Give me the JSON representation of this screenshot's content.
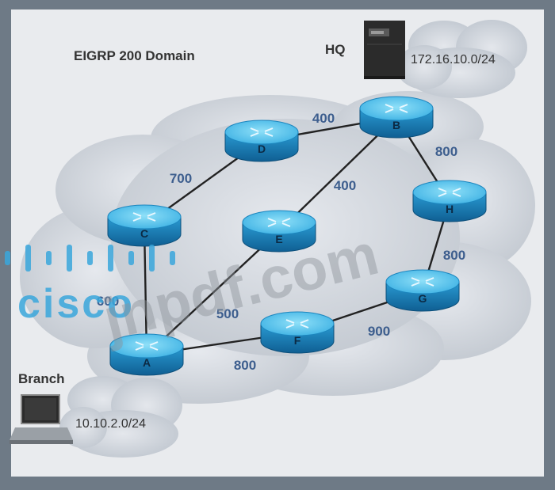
{
  "title": "EIGRP 200 Domain",
  "hq": {
    "label": "HQ",
    "network": "172.16.10.0/24"
  },
  "branch": {
    "label": "Branch",
    "network": "10.10.2.0/24"
  },
  "routers": [
    {
      "id": "A",
      "label": "A"
    },
    {
      "id": "B",
      "label": "B"
    },
    {
      "id": "C",
      "label": "C"
    },
    {
      "id": "D",
      "label": "D"
    },
    {
      "id": "E",
      "label": "E"
    },
    {
      "id": "F",
      "label": "F"
    },
    {
      "id": "G",
      "label": "G"
    },
    {
      "id": "H",
      "label": "H"
    }
  ],
  "links": [
    {
      "from": "D",
      "to": "B",
      "metric": "400"
    },
    {
      "from": "C",
      "to": "D",
      "metric": "700"
    },
    {
      "from": "B",
      "to": "E",
      "metric": "400"
    },
    {
      "from": "B",
      "to": "H",
      "metric": "800"
    },
    {
      "from": "H",
      "to": "G",
      "metric": "800"
    },
    {
      "from": "A",
      "to": "C",
      "metric": "600"
    },
    {
      "from": "A",
      "to": "E",
      "metric": "500"
    },
    {
      "from": "A",
      "to": "F",
      "metric": "800"
    },
    {
      "from": "F",
      "to": "G",
      "metric": "900"
    }
  ],
  "watermark": {
    "brand": "cisco",
    "site": "jnpdf.com"
  },
  "colors": {
    "router_top": "#5cc6ee",
    "router_side": "#1d86be",
    "cloud": "#d8dce2",
    "link_label": "#3d5e8e",
    "watermark_brand": "#3aa7dc"
  }
}
